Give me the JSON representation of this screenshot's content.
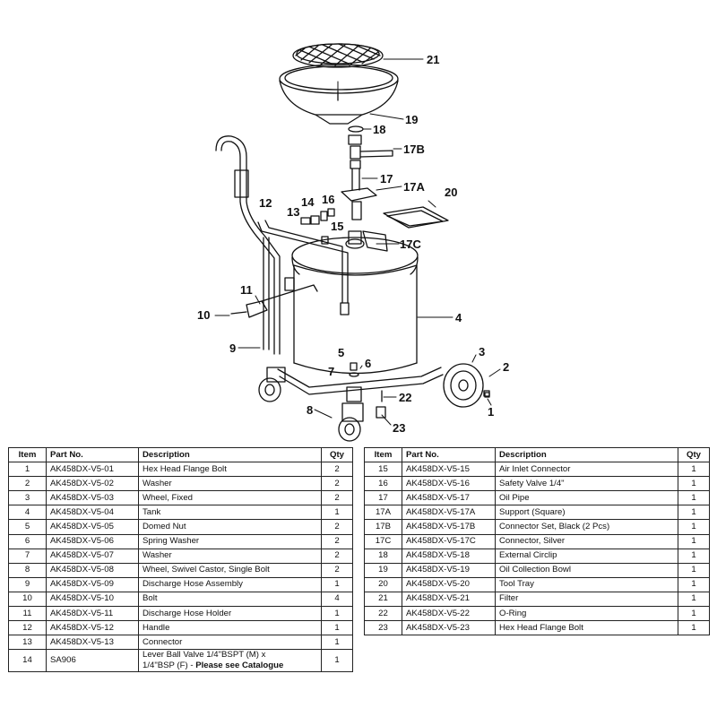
{
  "callouts": {
    "c1": "1",
    "c2": "2",
    "c3": "3",
    "c4": "4",
    "c5": "5",
    "c6": "6",
    "c7": "7",
    "c8": "8",
    "c9": "9",
    "c10": "10",
    "c11": "11",
    "c12": "12",
    "c13": "13",
    "c14": "14",
    "c15": "15",
    "c16": "16",
    "c17": "17",
    "c17A": "17A",
    "c17B": "17B",
    "c17C": "17C",
    "c18": "18",
    "c19": "19",
    "c20": "20",
    "c21": "21",
    "c22": "22",
    "c23": "23"
  },
  "table": {
    "headers": {
      "item": "Item",
      "part": "Part No.",
      "desc": "Description",
      "qty": "Qty"
    },
    "left": [
      {
        "item": "1",
        "part": "AK458DX-V5-01",
        "desc": "Hex Head Flange Bolt",
        "qty": "2"
      },
      {
        "item": "2",
        "part": "AK458DX-V5-02",
        "desc": "Washer",
        "qty": "2"
      },
      {
        "item": "3",
        "part": "AK458DX-V5-03",
        "desc": "Wheel, Fixed",
        "qty": "2"
      },
      {
        "item": "4",
        "part": "AK458DX-V5-04",
        "desc": "Tank",
        "qty": "1"
      },
      {
        "item": "5",
        "part": "AK458DX-V5-05",
        "desc": "Domed Nut",
        "qty": "2"
      },
      {
        "item": "6",
        "part": "AK458DX-V5-06",
        "desc": "Spring Washer",
        "qty": "2"
      },
      {
        "item": "7",
        "part": "AK458DX-V5-07",
        "desc": "Washer",
        "qty": "2"
      },
      {
        "item": "8",
        "part": "AK458DX-V5-08",
        "desc": "Wheel, Swivel Castor, Single Bolt",
        "qty": "2"
      },
      {
        "item": "9",
        "part": "AK458DX-V5-09",
        "desc": "Discharge Hose Assembly",
        "qty": "1"
      },
      {
        "item": "10",
        "part": "AK458DX-V5-10",
        "desc": "Bolt",
        "qty": "4"
      },
      {
        "item": "11",
        "part": "AK458DX-V5-11",
        "desc": "Discharge Hose Holder",
        "qty": "1"
      },
      {
        "item": "12",
        "part": "AK458DX-V5-12",
        "desc": "Handle",
        "qty": "1"
      },
      {
        "item": "13",
        "part": "AK458DX-V5-13",
        "desc": "Connector",
        "qty": "1"
      }
    ],
    "left_last": {
      "item": "14",
      "part": "SA906",
      "desc_line1": "Lever Ball Valve 1/4\"BSPT (M) x",
      "desc_line2": "1/4\"BSP (F) - ",
      "desc_emph": "Please see Catalogue",
      "qty": "1"
    },
    "right": [
      {
        "item": "15",
        "part": "AK458DX-V5-15",
        "desc": "Air Inlet Connector",
        "qty": "1"
      },
      {
        "item": "16",
        "part": "AK458DX-V5-16",
        "desc": "Safety Valve 1/4\"",
        "qty": "1"
      },
      {
        "item": "17",
        "part": "AK458DX-V5-17",
        "desc": "Oil Pipe",
        "qty": "1"
      },
      {
        "item": "17A",
        "part": "AK458DX-V5-17A",
        "desc": "Support (Square)",
        "qty": "1"
      },
      {
        "item": "17B",
        "part": "AK458DX-V5-17B",
        "desc": "Connector Set, Black (2 Pcs)",
        "qty": "1"
      },
      {
        "item": "17C",
        "part": "AK458DX-V5-17C",
        "desc": "Connector, Silver",
        "qty": "1"
      },
      {
        "item": "18",
        "part": "AK458DX-V5-18",
        "desc": "External Circlip",
        "qty": "1"
      },
      {
        "item": "19",
        "part": "AK458DX-V5-19",
        "desc": "Oil Collection Bowl",
        "qty": "1"
      },
      {
        "item": "20",
        "part": "AK458DX-V5-20",
        "desc": "Tool Tray",
        "qty": "1"
      },
      {
        "item": "21",
        "part": "AK458DX-V5-21",
        "desc": "Filter",
        "qty": "1"
      },
      {
        "item": "22",
        "part": "AK458DX-V5-22",
        "desc": "O-Ring",
        "qty": "1"
      },
      {
        "item": "23",
        "part": "AK458DX-V5-23",
        "desc": "Hex Head Flange Bolt",
        "qty": "1"
      }
    ]
  }
}
